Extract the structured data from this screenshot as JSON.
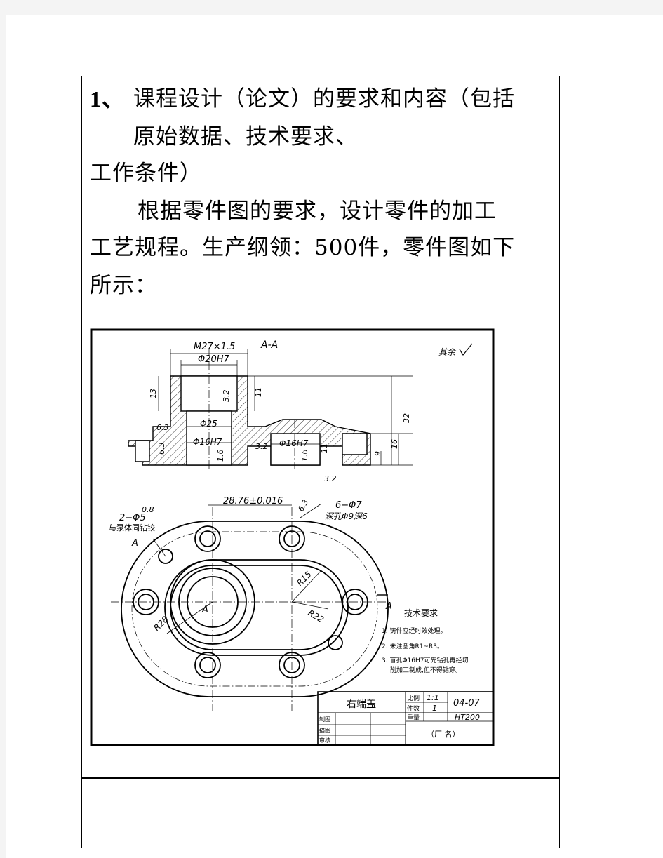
{
  "heading": {
    "number": "1、",
    "line1": "课程设计（论文）的要求和内容（包括",
    "line2": "原始数据、技术要求、",
    "line3": "工作条件）"
  },
  "body": {
    "line1": "根据零件图的要求，设计零件的加工",
    "line2": "工艺规程。生产纲领：500件，零件图如下",
    "line3": "所示："
  },
  "drawing": {
    "section_label": "A-A",
    "roughness_note": "其余",
    "dims": {
      "thread": "M27×1.5",
      "bore": "Φ20H7",
      "inner": "Φ25",
      "hole1": "Φ16H7",
      "hole2": "Φ16H7",
      "h13": "13",
      "h11a": "11",
      "h11b": "11",
      "h32": "32",
      "h16": "16",
      "h9": "9",
      "r32a": "3.2",
      "r32b": "3.2",
      "r32c": "3.2",
      "r63a": "6.3",
      "r63b": "6.3",
      "r16a": "1.6",
      "r16b": "1.6",
      "center": "28.76±0.016",
      "holes6_roughness": "6.3",
      "holes6": "6−Φ7",
      "counterbore": "深孔Φ9深6",
      "pin_roughness": "0.8",
      "pins": "2−Φ5",
      "pin_note": "与泵体同钻铰",
      "cut_a1": "A",
      "cut_a2": "A",
      "cut_a3": "A",
      "r15": "R15",
      "r22": "R22",
      "r28": "R28"
    },
    "notes": {
      "title": "技术要求",
      "n1": "1. 铸件应经时效处理。",
      "n2": "2. 未注圆角R1~R3。",
      "n3a": "3. 盲孔Φ16H7可先钻孔再经切",
      "n3b": "削加工制成,但不得钻穿。"
    },
    "title_block": {
      "part_name": "右端盖",
      "scale_label": "比例",
      "scale": "1:1",
      "count_label": "件数",
      "count": "1",
      "drawing_no": "04-07",
      "weight_label": "重量",
      "material": "HT200",
      "drawn": "制图",
      "traced": "描图",
      "checked": "审核",
      "factory": "（厂      名）"
    }
  }
}
